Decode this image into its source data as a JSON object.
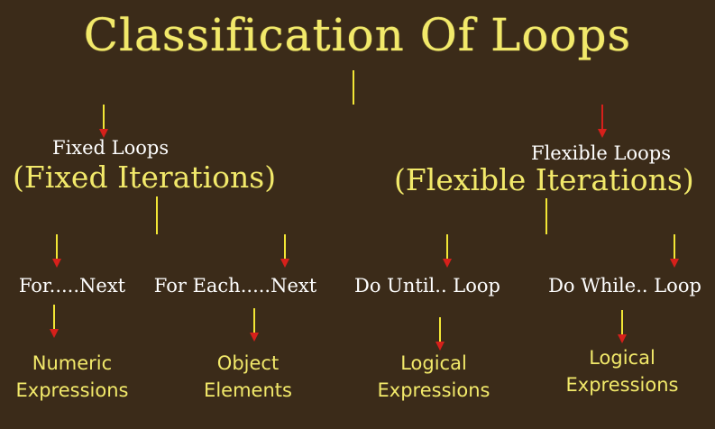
{
  "title": "Classification Of Loops",
  "colors": {
    "background": "#3b2b19",
    "title_text": "#f2e96a",
    "label_text": "#ffffff",
    "connector_yellow": "#f2e635",
    "connector_red": "#d6201b"
  },
  "branches": [
    {
      "name": "Fixed Loops",
      "subtitle": "(Fixed Iterations)",
      "children": [
        {
          "label": "For.....Next",
          "description": [
            "Numeric",
            "Expressions"
          ]
        },
        {
          "label": "For Each.....Next",
          "description": [
            "Object",
            "Elements"
          ]
        }
      ]
    },
    {
      "name": "Flexible Loops",
      "subtitle": "(Flexible Iterations)",
      "children": [
        {
          "label": "Do Until.. Loop",
          "description": [
            "Logical",
            "Expressions"
          ]
        },
        {
          "label": "Do While.. Loop",
          "description": [
            "Logical",
            "Expressions"
          ]
        }
      ]
    }
  ]
}
